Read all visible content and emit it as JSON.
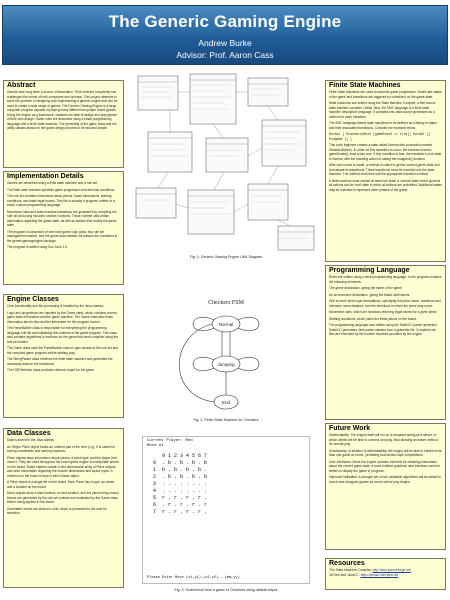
{
  "header": {
    "title": "The Generic Gaming Engine",
    "author": "Andrew Burke",
    "advisor": "Advisor: Prof. Aaron Cass"
  },
  "sections": {
    "abstract": {
      "title": "Abstract",
      "paragraphs": [
        "Games have long been a source of fascination. Their inherent complexity has challenged the minds of both computers and humans. This project attempts to solve the problem of designing and implementing a generic engine that can be used to create a wide range of games. The Generic Gaming Engine is a large computer program capable of playing many different two-player board games. Using the engine as a framework, students are able to design and play games of their own design. Game rules are described using a small programming language and a finite state machine. The generality of the game class and the utility classes allows for the game design process to be fast and simple."
      ]
    },
    "implementation": {
      "title": "Implementation Details",
      "paragraphs": [
        "Games are described using a finite state machine and a rule set.",
        "The finite state machine specifies game progression and terminal conditions.",
        "The rule set contains information about pieces, board dimensions, starting conditions, and basic legal moves. This file is actually a program, written in a small, custom programming language.",
        "Movement rules and state machine transitions are generated by compiling the rule set and using included runtime functions. Those runtime calls obtain information regarding the game state, as well as actions that modify the game state.",
        "The program is composed of one main game logic class, two rule set management classes, and the game data classes. All classes are contained in the genericgamingengine package.",
        "The program is written using Sun Java 1.6."
      ]
    },
    "engine": {
      "title": "Engine Classes",
      "paragraphs": [
        "Core functionality and file processing is handled by the Java classes.",
        "Logic and progression are handled by the Game class, which contains current game state information and the game machine. The Game class also holds information about rules and the interpreter for the program control.",
        "The ParseBuilder class is responsible for interpreting the programming language rule file and initializing the contents of the game program. This class also contains algorithms to methods for the game that were compiled using the rule set builder.",
        "The Game class uses the ParseBuilder class to gain access to the rule set and the compiled game program before starting play.",
        "The StringParser class retrieves the finite state machine and generates the necessary data for the transitions.",
        "The GGEVerbose class provides verbose output for the game."
      ]
    },
    "data": {
      "title": "Data Classes",
      "paragraphs": [
        "Data is stored in the Java objects.",
        "An Object Piece object tracks an ordered pair of the form (x,y). It is useful for storing coordinates and starting locations.",
        "Piece objects store information about pieces, a piece type, and the player that owns it. They are used throughout the board game engine to manipulate pieces on the board. Board objects contain a two-dimensional array of Piece objects and store information regarding the board's dimensions and space types. A reference to the board is kept in each Game object.",
        "A Piece object is a single tile on the board. Each Piece has a type, an owner, and a location on the board.",
        "Move objects store a start location, an end location, and the piece being moved. Moves are generated by the rule set runtime and evaluated by the Game class before being applied to the board.",
        "Generated moves are stored in a list, which is presented to the user for selection."
      ]
    },
    "fsm": {
      "title": "Finite State Machines",
      "paragraphs": [
        "Finite State Machines are used to describe game progression. Nodes are states of the game and transitions are triggered by conditions on the game state.",
        "State machines are written using the State Machine Compiler, a free source state machine compiler. Unlike Java, the SMC language is a finite state machine description language. It compiles into Java source generated as a method for each transition.",
        "The SMC language allows state machines to be defined as a listing of states and their associated transitions. Consider the example below:",
        "Normal { Standard(Move [gameEnded == true]) Normal {} Endgame {} }",
        "This code fragment creates a state called Normal with a transition named Standard(Move). In order for this transition to occur, the boolean function gameEnded() must return true. If this condition is true, the transition's next state is Normal, with the resulting action of calling the endgame() function.",
        "After each move is made, a method is called to get the current game state and to evaluate its transitions. Those transitions must be encoded into the state machine. The method must then call the appropriate transition method.",
        "A finite machine must contain at least one state: a 'normal' state which governs all actions and an 'end' state in which all actions are prohibited. Additional states may be included to represent other phases of the game."
      ]
    },
    "language": {
      "title": "Programming Language",
      "paragraphs": [
        "Rules are written using a small programming language. A rule program contains the following elements:",
        "The game declaration, giving the name of the game.",
        "An environment declaration, giving the board dimensions.",
        "One or more piece type declarations, specifying the piece name, maximum and minimum move distance, and the directions in which the piece may move.",
        "Movement rules, which are functions returning legal moves for a given piece.",
        "Starting conditions, which place the initial pieces on the board.",
        "The programming language was written using the SableCC parser generator. SableCC generates Java parser classes from a grammar file. Compiled rule files are executed by the runtime functions provided by the engine."
      ]
    },
    "future": {
      "title": "Future Work",
      "paragraphs": [
        "Distributability: The engine itself will run on a computer acting as a server, to which clients will be able to connect and play, thus allowing an easier method for remote play.",
        "Simultaneity: In addition to distributability, the engine will be able to handle more than one game at a time, permitting tournament-style competitions.",
        "User Interfaces: Since the engine contains methods for obtaining information about the current game state, a more intuitive graphical user interface could be written to display the game in progress.",
        "Improved Validation: A stronger set of rule validation algorithms will be added to check user-designed games for errors before play begins."
      ]
    },
    "resources": {
      "title": "Resources",
      "items": [
        {
          "label": "The State Machine Compiler",
          "link": "http://smc.sourceforge.net"
        },
        {
          "label": "JUTree and JavaCC",
          "link": "https://javacc.dev.java.net"
        }
      ]
    }
  },
  "figures": {
    "uml_caption": "Fig. 1: Generic Gaming Engine UML Diagram",
    "fsm_title": "Checkers FSM",
    "fsm_caption": "Fig. 2: Finite State Machine for Checkers",
    "fsm_states": [
      "Normal",
      "Jumping",
      "End"
    ],
    "console_caption": "Fig. 3: Screenshot from a game of Checkers using default output",
    "console_header": "Current Player: Red",
    "console_move": "Move #1",
    "console_prompt": "Please Enter Move (x1,y1)-(x2,y2)---(mm,yy)",
    "console_rows": [
      "   0 1 2 3 4 5 6 7",
      "0  . b . b . b . b",
      "1  b . b . b . b .",
      "2  . b . b . b . b",
      "3  . . . . . . . .",
      "4  . . . . . . . .",
      "5  r . r . r . r .",
      "6  . r . r . r . r",
      "7  r . r . r . r ."
    ]
  }
}
